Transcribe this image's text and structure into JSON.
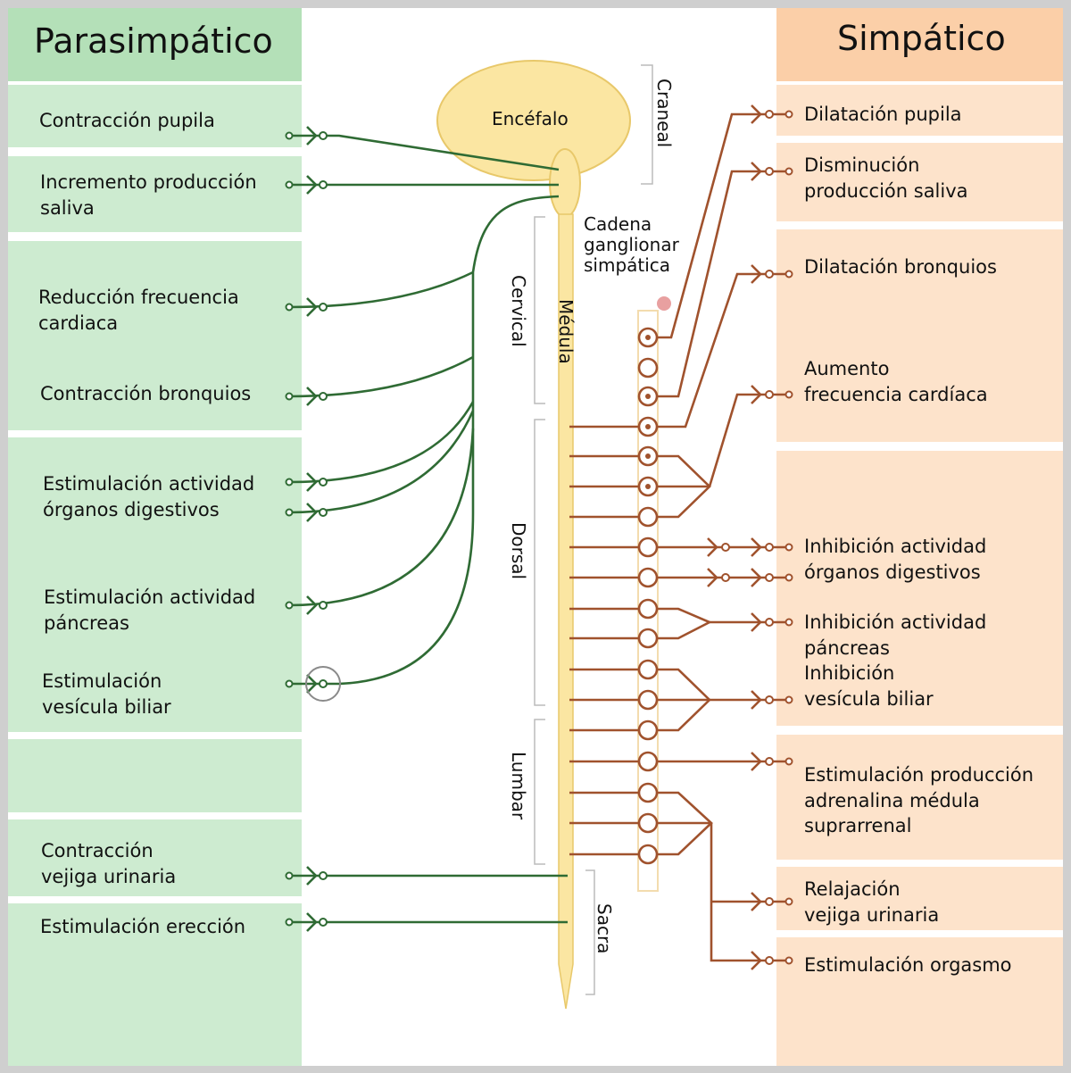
{
  "parasympathetic": {
    "title": "Parasimpático",
    "color": "#2f6b34",
    "panel_color": "#cdebd0",
    "header_color": "#b4e0b8",
    "effects": [
      [
        "Contracción pupila"
      ],
      [
        "Incremento producción",
        "saliva"
      ],
      [
        "Reducción frecuencia",
        "cardiaca"
      ],
      [
        "Contracción bronquios"
      ],
      [
        "Estimulación actividad",
        "órganos digestivos"
      ],
      [
        "Estimulación actividad",
        "páncreas"
      ],
      [
        "Estimulación",
        "vesícula biliar"
      ],
      [
        "Contracción",
        "vejiga urinaria"
      ],
      [
        "Estimulación erección"
      ]
    ]
  },
  "sympathetic": {
    "title": "Simpático",
    "color": "#a0522d",
    "panel_color": "#fde3cb",
    "header_color": "#fbcfa8",
    "effects": [
      [
        "Dilatación pupila"
      ],
      [
        "Disminución",
        "producción saliva"
      ],
      [
        "Dilatación bronquios"
      ],
      [
        "Aumento",
        "frecuencia cardíaca"
      ],
      [
        "Inhibición actividad",
        "órganos digestivos"
      ],
      [
        "Inhibición actividad",
        "páncreas"
      ],
      [
        "Inhibición",
        "vesícula biliar"
      ],
      [
        "Estimulación producción",
        "adrenalina médula",
        "suprarrenal"
      ],
      [
        "Relajación",
        "vejiga urinaria"
      ],
      [
        "Estimulación orgasmo"
      ]
    ]
  },
  "cns": {
    "brain": "Encéfalo",
    "cord": "Médula",
    "chain": [
      "Cadena",
      "ganglionar",
      "simpática"
    ],
    "cns_color": "#fbe6a2",
    "segments": [
      "Craneal",
      "Cervical",
      "Dorsal",
      "Lumbar",
      "Sacra"
    ]
  }
}
